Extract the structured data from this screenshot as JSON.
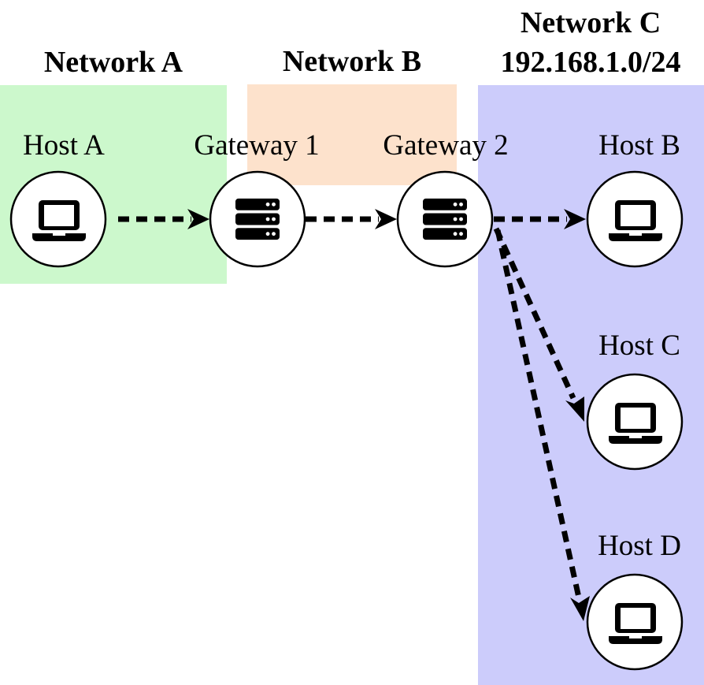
{
  "colors": {
    "network_a": "#ccf8cc",
    "network_b": "#fde2cc",
    "network_c": "#ccccfb",
    "ink": "#000000"
  },
  "networks": {
    "a": {
      "title": "Network A"
    },
    "b": {
      "title": "Network B"
    },
    "c": {
      "title": "Network C",
      "subnet": "192.168.1.0/24"
    }
  },
  "nodes": {
    "host_a": {
      "label": "Host A",
      "icon": "laptop-icon"
    },
    "gateway_1": {
      "label": "Gateway 1",
      "icon": "server-icon"
    },
    "gateway_2": {
      "label": "Gateway 2",
      "icon": "server-icon"
    },
    "host_b": {
      "label": "Host B",
      "icon": "laptop-icon"
    },
    "host_c": {
      "label": "Host C",
      "icon": "laptop-icon"
    },
    "host_d": {
      "label": "Host D",
      "icon": "laptop-icon"
    }
  },
  "links": [
    {
      "from": "host_a",
      "to": "gateway_1",
      "style": "dashed-arrow"
    },
    {
      "from": "gateway_1",
      "to": "gateway_2",
      "style": "dashed-arrow"
    },
    {
      "from": "gateway_2",
      "to": "host_b",
      "style": "dashed-arrow"
    },
    {
      "from": "gateway_2",
      "to": "host_c",
      "style": "dashed-arrow"
    },
    {
      "from": "gateway_2",
      "to": "host_d",
      "style": "dashed-arrow"
    }
  ]
}
